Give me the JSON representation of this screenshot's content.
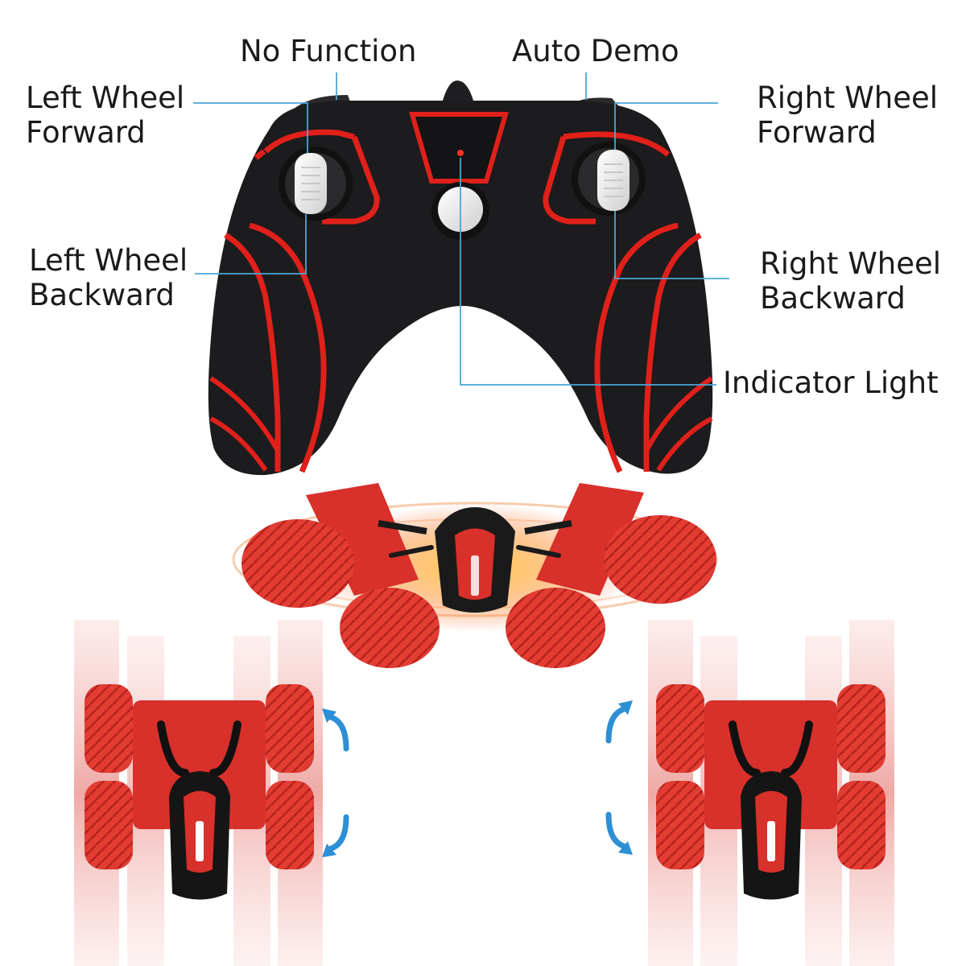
{
  "callouts": {
    "no_function": "No Function",
    "auto_demo": "Auto Demo",
    "left_wheel_forward": [
      "Left Wheel",
      "Forward"
    ],
    "right_wheel_forward": [
      "Right Wheel",
      "Forward"
    ],
    "left_wheel_backward": [
      "Left Wheel",
      "Backward"
    ],
    "right_wheel_backward": [
      "Right Wheel",
      "Backward"
    ],
    "indicator_light": "Indicator Light"
  },
  "colors": {
    "controller_body": "#1c1b1d",
    "accent_red": "#e0201a",
    "stick_white": "#f2f2f2",
    "callout_line": "#4aa7d6",
    "arrow_blue": "#2d8fd4",
    "car_red": "#e23c33"
  },
  "icons": [
    "rc-controller",
    "rc-stunt-car-spinning",
    "rc-stunt-car-flip-left",
    "rc-stunt-car-flip-right",
    "rotate-arrow-icon"
  ]
}
